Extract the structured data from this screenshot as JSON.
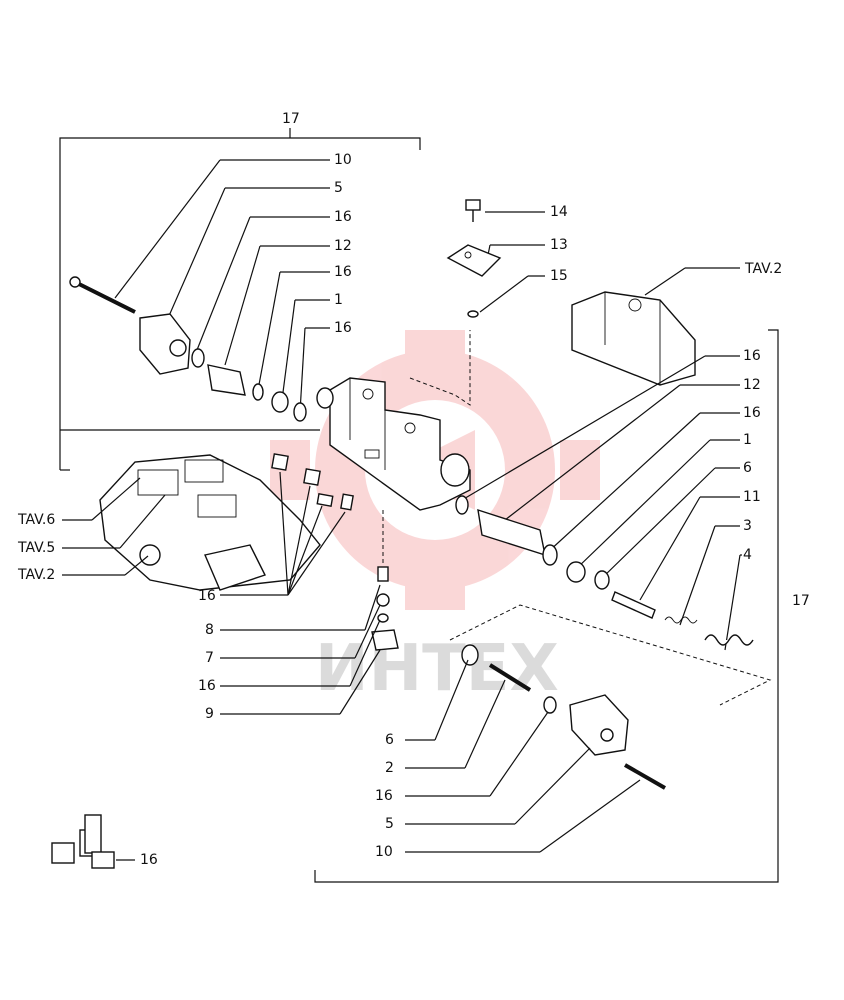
{
  "labels": {
    "group_top": "17",
    "group_right": "17",
    "left_callouts": [
      "10",
      "5",
      "16",
      "12",
      "16",
      "1",
      "16"
    ],
    "top_callouts": [
      "14",
      "13",
      "15"
    ],
    "tav_top_right": "TAV.2",
    "right_callouts": [
      "16",
      "12",
      "16",
      "1",
      "6",
      "11",
      "3",
      "4"
    ],
    "tav_left": [
      "TAV.6",
      "TAV.5",
      "TAV.2"
    ],
    "center_bottom": [
      "16",
      "8",
      "7",
      "16",
      "9"
    ],
    "bottom_callouts": [
      "6",
      "2",
      "16",
      "5",
      "10"
    ],
    "legend_label": "16"
  },
  "watermark": {
    "text": "ИНТЕХ",
    "color": "#e8262a"
  },
  "colors": {
    "ink": "#111111",
    "paper": "#ffffff"
  }
}
